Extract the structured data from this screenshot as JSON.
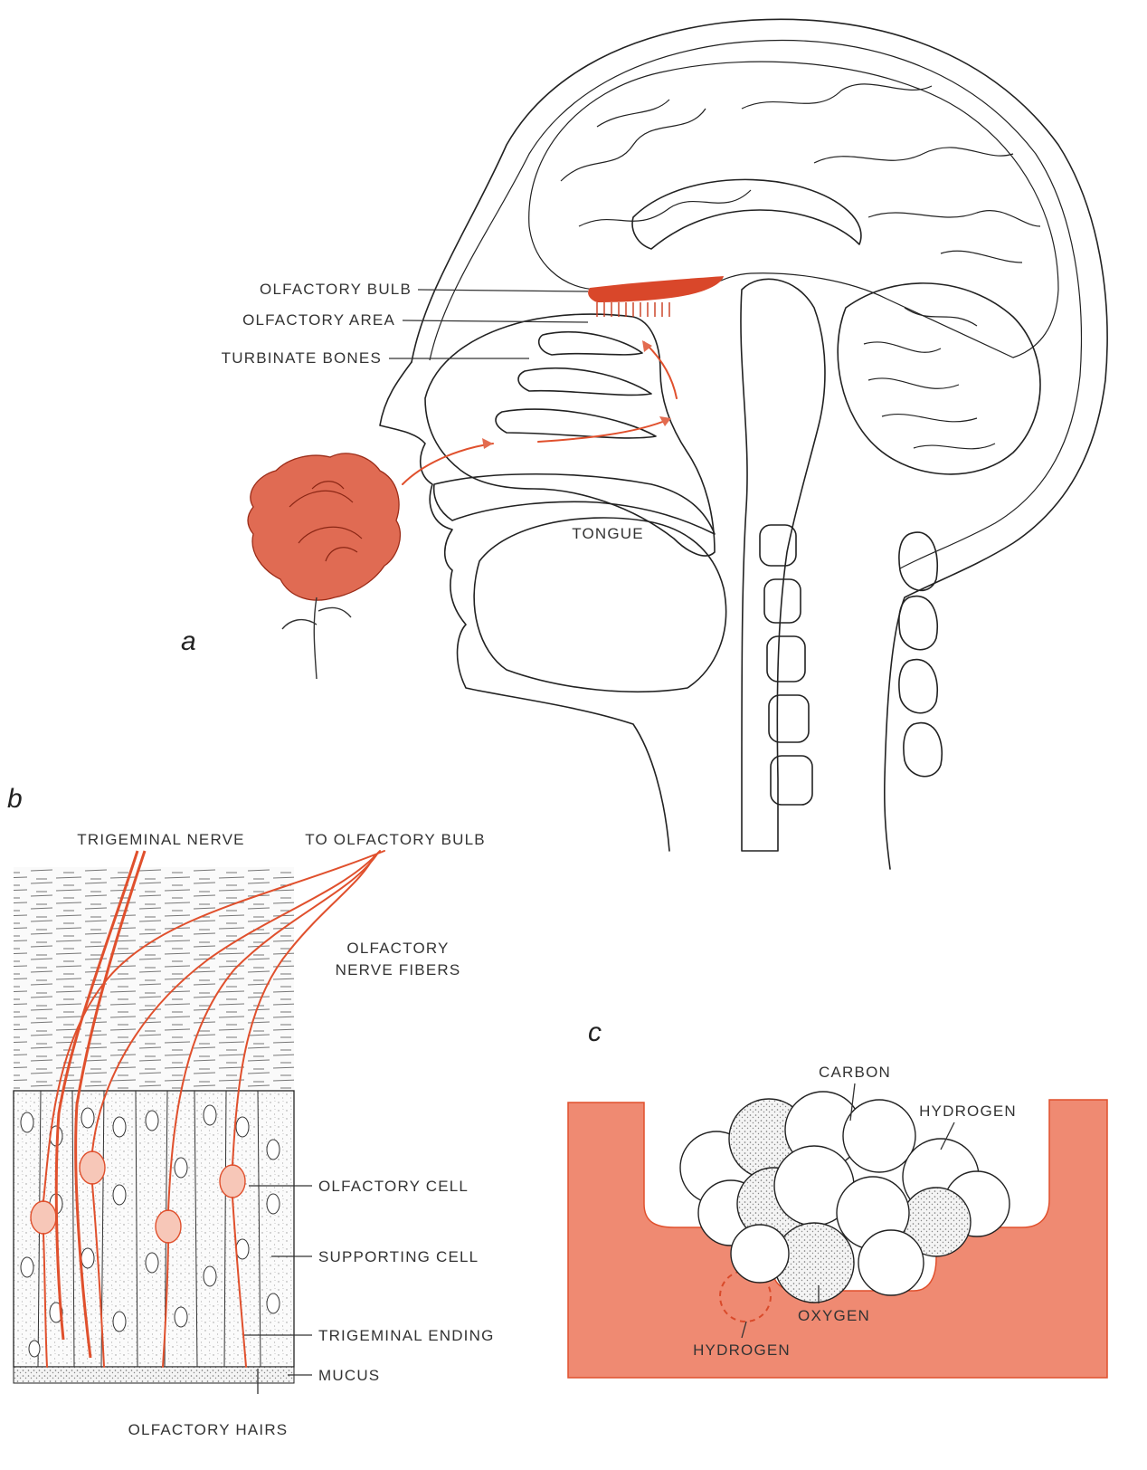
{
  "colors": {
    "accent": "#e36b4f",
    "accent_dark": "#c93a1c",
    "ink": "#222222",
    "receptor": "#ef8a72"
  },
  "panel_a": {
    "letter": "a",
    "labels": {
      "olfactory_bulb": "OLFACTORY BULB",
      "olfactory_area": "OLFACTORY AREA",
      "turbinate_bones": "TURBINATE BONES",
      "tongue": "TONGUE"
    }
  },
  "panel_b": {
    "letter": "b",
    "labels": {
      "trigeminal_nerve": "TRIGEMINAL NERVE",
      "to_olfactory_bulb": "TO OLFACTORY BULB",
      "olfactory_nerve_fibers_1": "OLFACTORY",
      "olfactory_nerve_fibers_2": "NERVE FIBERS",
      "olfactory_cell": "OLFACTORY CELL",
      "supporting_cell": "SUPPORTING CELL",
      "trigeminal_ending": "TRIGEMINAL ENDING",
      "mucus": "MUCUS",
      "olfactory_hairs": "OLFACTORY HAIRS"
    }
  },
  "panel_c": {
    "letter": "c",
    "labels": {
      "carbon": "CARBON",
      "hydrogen_top": "HYDROGEN",
      "oxygen": "OXYGEN",
      "hydrogen_bottom": "HYDROGEN"
    }
  }
}
